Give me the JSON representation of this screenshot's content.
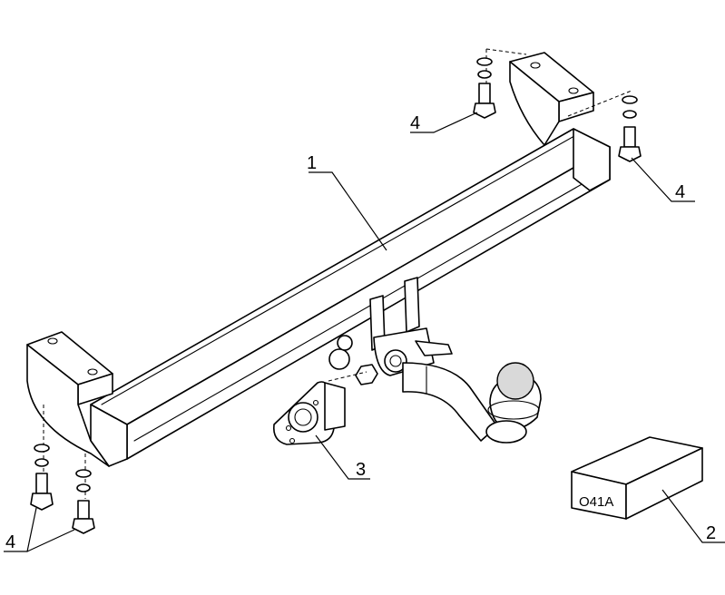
{
  "callouts": {
    "drawbar": "1",
    "kit_box": "2",
    "socket_plate": "3",
    "bolts_top_middle": "4",
    "bolts_top_right": "4",
    "bolts_bottom_left": "4"
  },
  "kit_box_label": "O41A"
}
